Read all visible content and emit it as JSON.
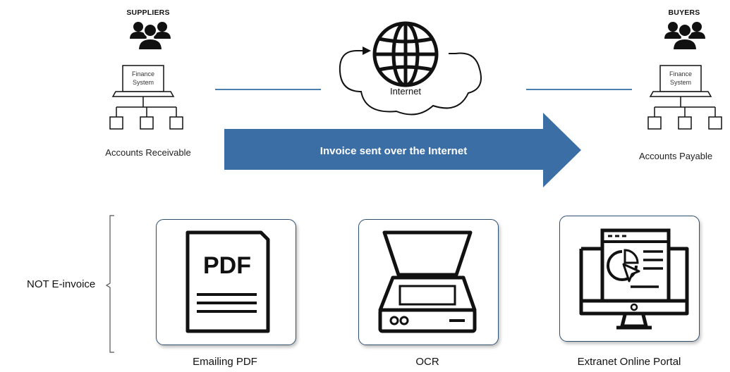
{
  "suppliers": {
    "title": "SUPPLIERS",
    "system_label_line1": "Finance",
    "system_label_line2": "System",
    "caption": "Accounts Receivable",
    "icon": "people-group-icon"
  },
  "buyers": {
    "title": "BUYERS",
    "system_label_line1": "Finance",
    "system_label_line2": "System",
    "caption": "Accounts Payable",
    "icon": "people-group-icon"
  },
  "internet": {
    "label": "Internet",
    "icon": "globe-icon"
  },
  "arrow": {
    "label": "Invoice sent over the Internet",
    "color": "#3a6ea5"
  },
  "bracket_label": "NOT E-invoice",
  "methods": [
    {
      "icon": "pdf-document-icon",
      "caption": "Emailing PDF",
      "badge": "PDF"
    },
    {
      "icon": "scanner-icon",
      "caption": "OCR"
    },
    {
      "icon": "web-portal-icon",
      "caption": "Extranet Online Portal"
    }
  ],
  "colors": {
    "accent": "#3a6ea5",
    "connector": "#4a7fae",
    "card_border": "#2f4f6f"
  }
}
